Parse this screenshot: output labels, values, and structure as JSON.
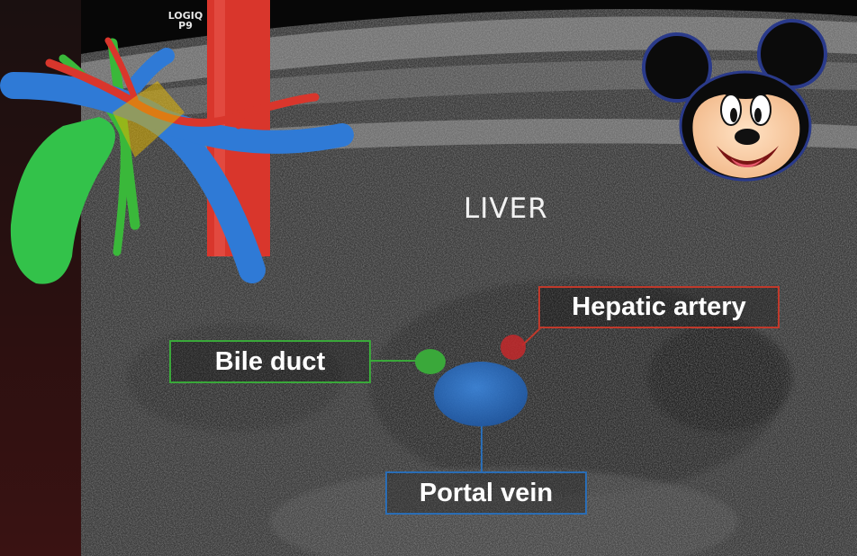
{
  "image": {
    "logo_line1": "LOGIQ",
    "logo_line2": "P9",
    "organ_label": "LIVER",
    "structures": [
      {
        "label": "Hepatic artery",
        "color": "#c0392b"
      },
      {
        "label": "Bile duct",
        "color": "#3aa83a"
      },
      {
        "label": "Portal vein",
        "color": "#2a6db5"
      }
    ]
  },
  "colors": {
    "artery": "#d9362c",
    "bile_duct": "#3ab83a",
    "portal_vein": "#2f7ad6",
    "gallbladder": "#33c24a"
  },
  "icons": [
    "hepatobiliary-anatomy-diagram",
    "cartoon-mouse-face"
  ]
}
